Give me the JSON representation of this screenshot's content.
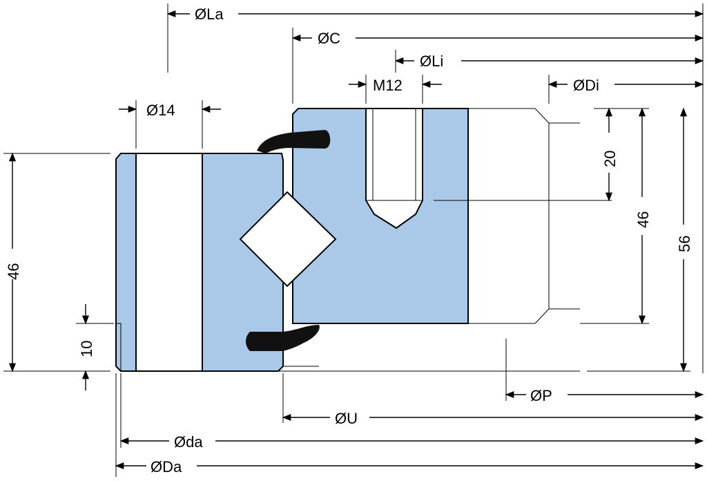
{
  "colors": {
    "section_fill": "#aac8e8",
    "line": "#000000",
    "background": "#ffffff",
    "seal": "#111111"
  },
  "labels": {
    "d_La": "ØLa",
    "d_C": "ØC",
    "d_Li": "ØLi",
    "thread": "M12",
    "d_Di": "ØDi",
    "d_hole": "Ø14",
    "h_outer": "46",
    "h_step": "10",
    "h_thread": "20",
    "h_inner": "46",
    "h_total": "56",
    "d_P": "ØP",
    "d_U": "ØU",
    "d_da": "Ødа",
    "d_Da": "ØDa"
  }
}
